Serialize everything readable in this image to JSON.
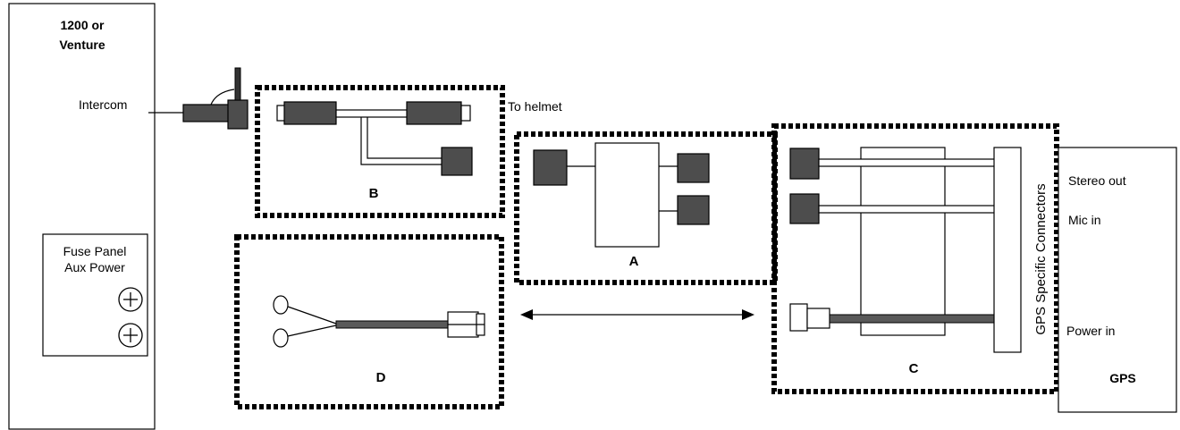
{
  "radio_unit": {
    "title_line1": "1200 or",
    "title_line2": "Venture",
    "intercom_label": "Intercom"
  },
  "fuse_panel": {
    "line1": "Fuse Panel",
    "line2": "Aux Power"
  },
  "helmet_label": "To helmet",
  "module_labels": {
    "a": "A",
    "b": "B",
    "c": "C",
    "d": "D"
  },
  "gps_unit": {
    "connectors_label": "GPS Specific Connectors",
    "stereo_out": "Stereo out",
    "mic_in": "Mic in",
    "power_in": "Power  in",
    "name": "GPS"
  },
  "icons": {
    "fuse": "plus-circle-icon",
    "arrow": "double-arrow-icon"
  }
}
